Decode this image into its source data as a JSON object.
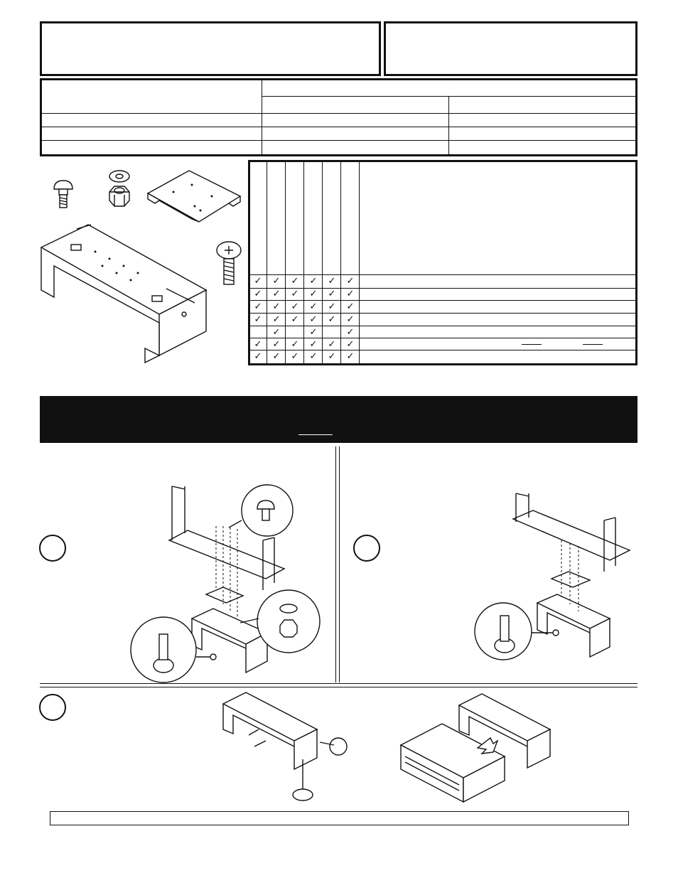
{
  "header": {
    "title": "",
    "model": ""
  },
  "spec_table": {
    "col1_header": "",
    "col2_header": "",
    "sub_headers": [
      "",
      ""
    ],
    "rows": [
      [
        "",
        "",
        ""
      ],
      [
        "",
        "",
        ""
      ],
      [
        "",
        "",
        ""
      ]
    ]
  },
  "parts": [
    {
      "name": "carriage-bolt",
      "icon": "carriage-bolt-icon"
    },
    {
      "name": "washer-and-nut",
      "icon": "washer-nut-icon"
    },
    {
      "name": "adapter-plate",
      "icon": "adapter-plate-icon"
    },
    {
      "name": "mounting-bracket",
      "icon": "bracket-icon"
    },
    {
      "name": "screw",
      "icon": "screw-icon"
    }
  ],
  "checklist": {
    "check_symbol": "✓",
    "rows": [
      [
        1,
        1,
        1,
        1,
        1,
        1
      ],
      [
        1,
        1,
        1,
        1,
        1,
        1
      ],
      [
        1,
        1,
        1,
        1,
        1,
        1
      ],
      [
        1,
        1,
        1,
        1,
        1,
        1
      ],
      [
        0,
        1,
        0,
        1,
        0,
        1
      ],
      [
        1,
        1,
        1,
        1,
        1,
        1
      ],
      [
        1,
        1,
        1,
        1,
        1,
        1
      ]
    ]
  },
  "banner": {
    "text": ""
  },
  "steps": [
    "",
    "",
    ""
  ],
  "footer": {
    "text": ""
  },
  "colors": {
    "ink": "#111111",
    "background": "#ffffff"
  }
}
